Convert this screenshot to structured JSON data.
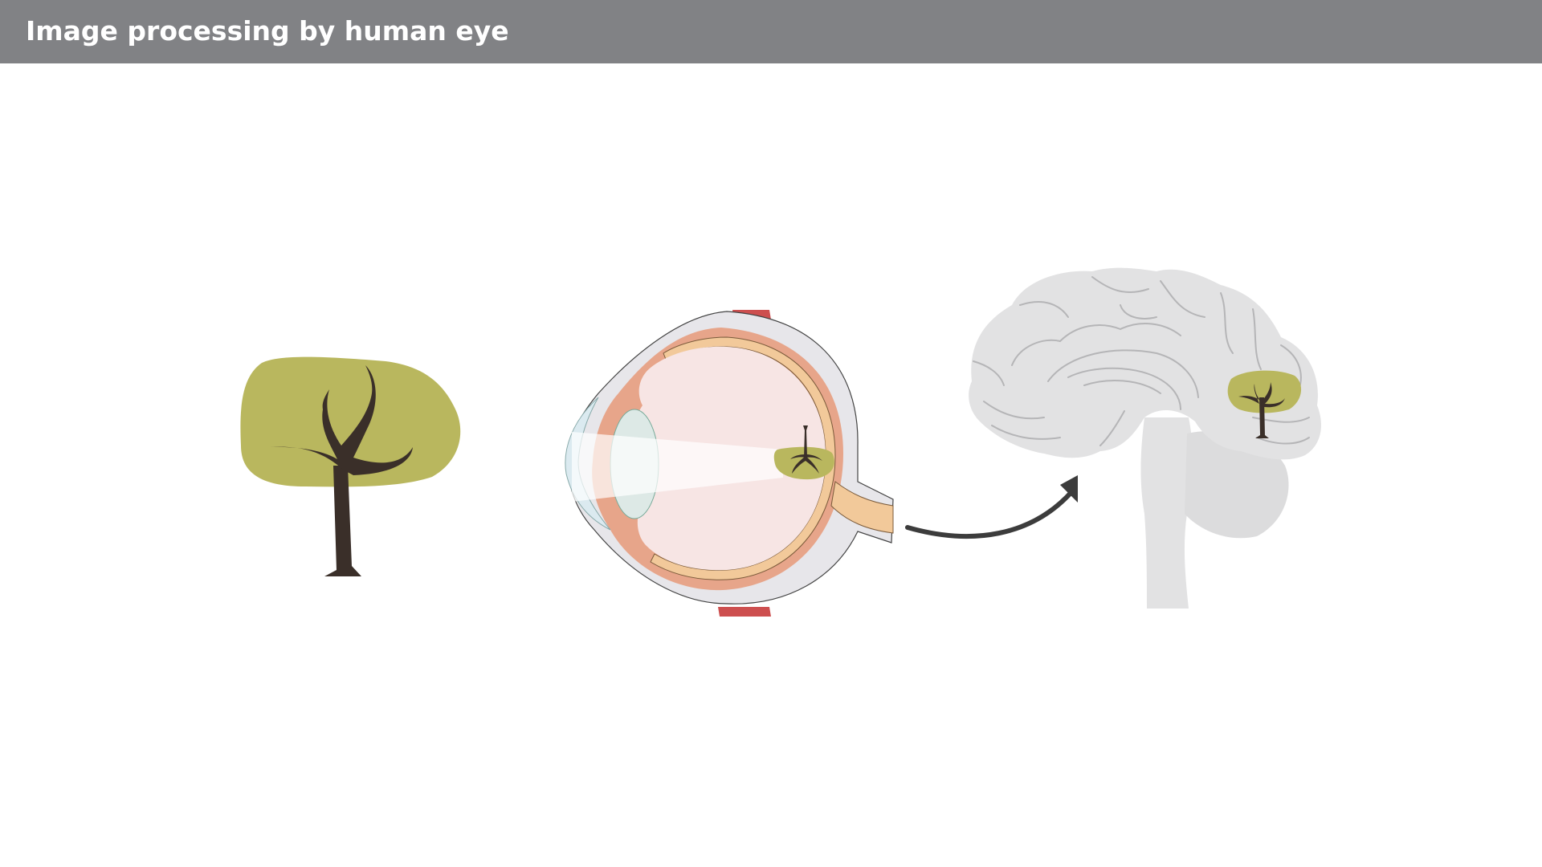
{
  "header": {
    "title": "Image processing by human eye"
  },
  "colors": {
    "header_background": "#818285",
    "header_text": "#ffffff",
    "canopy_green": "#b9b75e",
    "trunk_brown": "#3a2f29",
    "sclera": "#e7e6ea",
    "choroid": "#e7a58a",
    "retina": "#f2c99a",
    "vitreous": "#f7e5e4",
    "muscle_red": "#cd4f4f",
    "brain_gray": "#e2e2e3",
    "brain_lines": "#b5b5b7",
    "arrow_dark": "#3c3c3c"
  },
  "diagram": {
    "elements": [
      "tree-illustration",
      "eye-cross-section-illustration",
      "signal-arrow",
      "brain-illustration"
    ]
  }
}
